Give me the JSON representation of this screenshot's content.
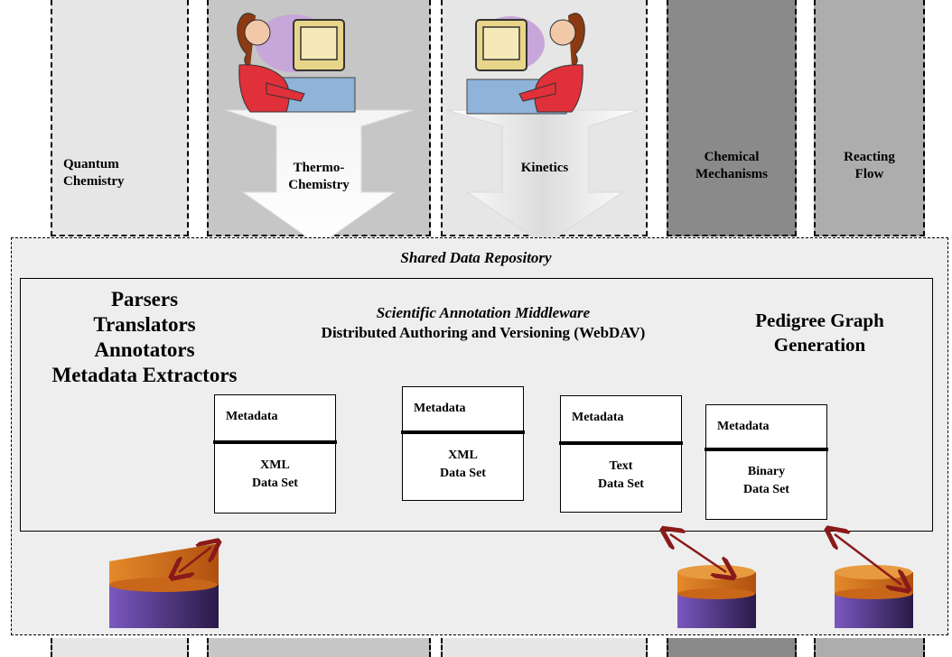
{
  "columns": [
    {
      "label": "Quantum\nChemistry"
    },
    {
      "label": "Thermo-\nChemistry"
    },
    {
      "label": "Kinetics"
    },
    {
      "label": "Chemical\nMechanisms"
    },
    {
      "label": "Reacting\nFlow"
    }
  ],
  "repository": {
    "title": "Shared Data Repository",
    "tools": [
      "Parsers",
      "Translators",
      "Annotators",
      "Metadata Extractors"
    ],
    "middleware_title": "Scientific Annotation Middleware",
    "middleware_subtitle": "Distributed Authoring and Versioning (WebDAV)",
    "pedigree": [
      "Pedigree Graph",
      "Generation"
    ]
  },
  "datasets": [
    {
      "metadata": "Metadata",
      "line1": "XML",
      "line2": "Data Set"
    },
    {
      "metadata": "Metadata",
      "line1": "XML",
      "line2": "Data Set"
    },
    {
      "metadata": "Metadata",
      "line1": "Text",
      "line2": "Data Set"
    },
    {
      "metadata": "Metadata",
      "line1": "Binary",
      "line2": "Data Set"
    }
  ],
  "colors": {
    "col_light": "#e6e6e6",
    "col_mid": "#c6c6c6",
    "col_dark": "#8a8a8a",
    "col_medium": "#adadad",
    "repo_bg": "#eeeeee",
    "disk_top": "#e08020",
    "disk_body": "#6a4aa8",
    "arrow": "#8a1a1a"
  }
}
